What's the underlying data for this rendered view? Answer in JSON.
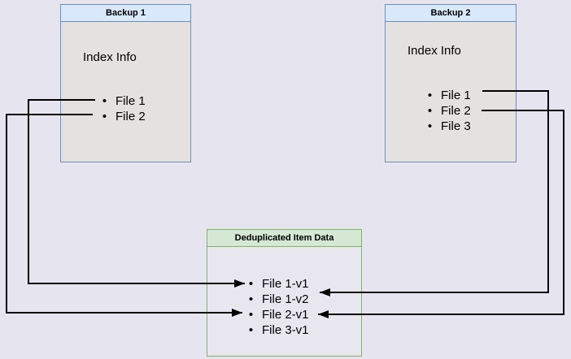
{
  "bullet_char": "•",
  "colors": {
    "page_background": "#e6e5ef",
    "blue_box_border": "#6c8ebf",
    "blue_box_header_fill": "#dae8fc",
    "blue_box_body_fill": "#e5e1e0",
    "green_box_border": "#82b366",
    "green_box_header_fill": "#d5e8d4",
    "arrow_color": "#000000"
  },
  "backup1": {
    "title": "Backup 1",
    "subtitle": "Index Info",
    "items": [
      "File 1",
      "File 2"
    ]
  },
  "backup2": {
    "title": "Backup 2",
    "subtitle": "Index Info",
    "items": [
      "File 1",
      "File 2",
      "File 3"
    ]
  },
  "dedup": {
    "title": "Deduplicated Item Data",
    "items": [
      "File 1-v1",
      "File 1-v2",
      "File 2-v1",
      "File 3-v1"
    ]
  },
  "connections": [
    {
      "from_box": "Backup 1",
      "from_item": "File 1",
      "to_box": "Deduplicated Item Data",
      "to_item": "File 1-v1"
    },
    {
      "from_box": "Backup 1",
      "from_item": "File 2",
      "to_box": "Deduplicated Item Data",
      "to_item": "File 2-v1"
    },
    {
      "from_box": "Backup 2",
      "from_item": "File 1",
      "to_box": "Deduplicated Item Data",
      "to_item": "File 1-v2"
    },
    {
      "from_box": "Backup 2",
      "from_item": "File 2",
      "to_box": "Deduplicated Item Data",
      "to_item": "File 2-v1"
    }
  ]
}
